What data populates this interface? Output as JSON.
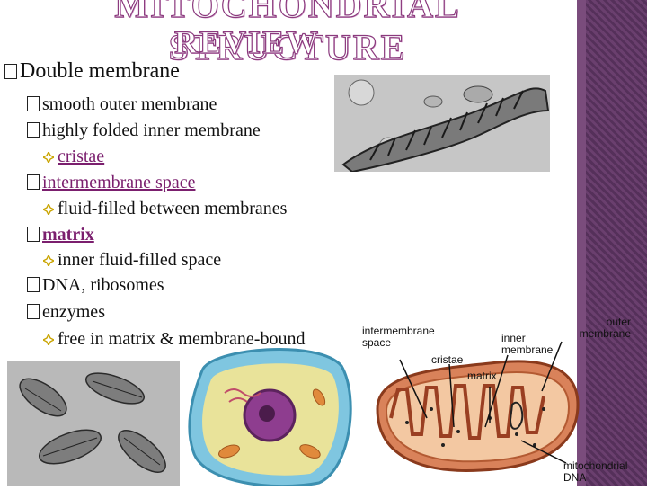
{
  "slide": {
    "title_line1": "MITOCHONDRIAL STRUCTURE",
    "title_line2": "REVIEW",
    "bullets": {
      "double_membrane": "Double membrane",
      "smooth_outer": "smooth outer membrane",
      "highly_folded": "highly folded inner membrane",
      "cristae": "cristae",
      "intermembrane_space": "intermembrane space",
      "fluid_filled_between": "fluid-filled between membranes",
      "matrix": "matrix",
      "inner_fluid_filled": "inner fluid-filled space",
      "dna_ribosomes": "DNA, ribosomes",
      "enzymes": "enzymes",
      "free_in_matrix": "free in matrix & membrane-bound"
    }
  },
  "diagram_labels": {
    "intermembrane_space": "intermembrane space",
    "cristae": "cristae",
    "inner_membrane": "inner membrane",
    "outer_membrane": "outer membrane",
    "matrix": "matrix",
    "mitochondrial_dna": "mitochondrial DNA"
  },
  "colors": {
    "title_outline": "#8b3a7e",
    "highlight_text": "#7b1f6e",
    "side_band": "#55305a",
    "leaf_bullet": "#c9a400"
  },
  "icons": {
    "bullet_box": "missing-glyph-box",
    "sub_bullet": "leaf-bullet-icon"
  }
}
